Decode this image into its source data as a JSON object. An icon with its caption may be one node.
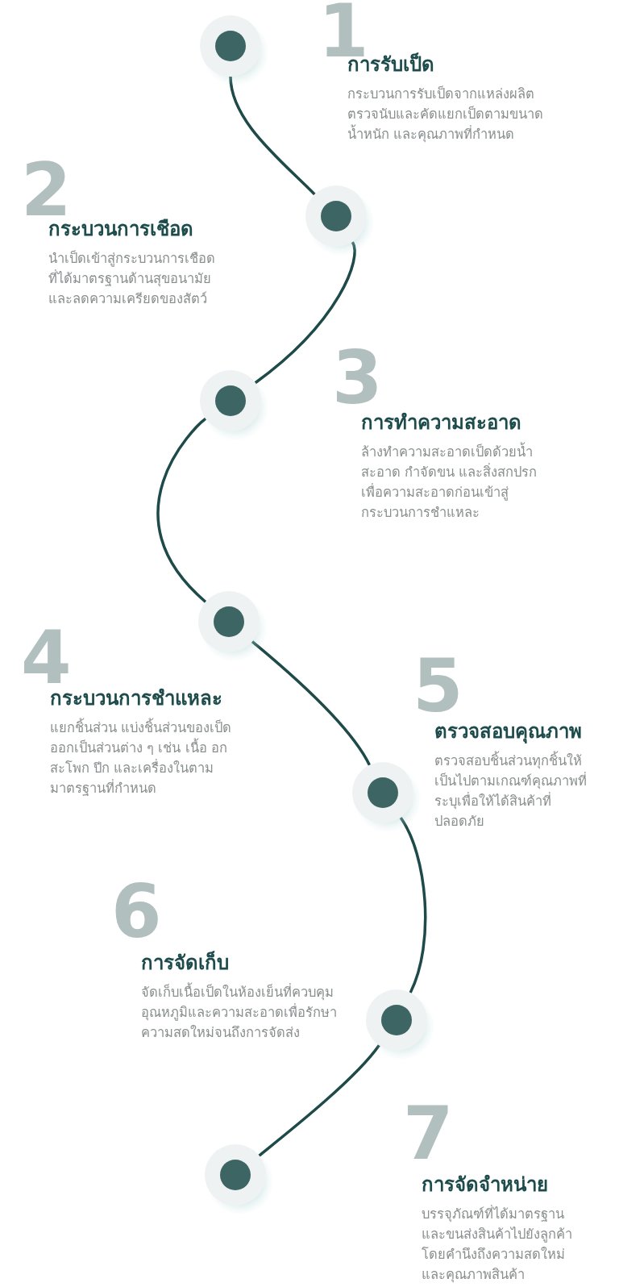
{
  "diagram": {
    "nodes": [
      {
        "text": [],
        "shape": "circle",
        "beside": [
          "1",
          "การรับเป็ด",
          "กระบวนการรับเป็ดจากแหล่งผลิตตรวจนับและคัดแยกเป็ดตามขนาดน้ำหนัก และคุณภาพที่กำหนด"
        ]
      },
      {
        "text": [],
        "shape": "circle",
        "beside": [
          "2",
          "กระบวนการเชือด",
          "นำเป็ดเข้าสู่กระบวนการเชือดที่ได้มาตรฐานด้านสุขอนามัยและลดความเครียดของสัตว์"
        ]
      },
      {
        "text": [],
        "shape": "circle",
        "beside": [
          "3",
          "การทำความสะอาด",
          "ล้างทำความสะอาดเป็ดด้วยน้ำสะอาด กำจัดขน และสิ่งสกปรกเพื่อความสะอาดก่อนเข้าสู่กระบวนการชำแหละ"
        ]
      },
      {
        "text": [],
        "shape": "circle",
        "beside": [
          "4",
          "กระบวนการชำแหละ",
          "แยกชิ้นส่วน แบ่งชิ้นส่วนของเป็ดออกเป็นส่วนต่าง ๆ เช่น เนื้อ อกสะโพก ปีก และเครื่องในตามมาตรฐานที่กำหนด"
        ]
      },
      {
        "text": [],
        "shape": "circle",
        "beside": [
          "5",
          "ตรวจสอบคุณภาพ",
          "ตรวจสอบชิ้นส่วนทุกชิ้นให้เป็นไปตามเกณฑ์คุณภาพที่ระบุเพื่อให้ได้สินค้าที่ปลอดภัย"
        ]
      },
      {
        "text": [],
        "shape": "circle",
        "beside": [
          "6",
          "การจัดเก็บ",
          "จัดเก็บเนื้อเป็ดในห้องเย็นที่ควบคุมอุณหภูมิและความสะอาดเพื่อรักษาความสดใหม่จนถึงการจัดส่ง"
        ]
      },
      {
        "text": [],
        "shape": "circle",
        "beside": [
          "7",
          "การจัดจำหน่าย",
          "บรรจุภัณฑ์ที่ได้มาตรฐานและขนส่งสินค้าไปยังลูกค้าโดยคำนึงถึงความสดใหม่และคุณภาพสินค้า"
        ]
      }
    ],
    "edges": [
      {
        "from": 0,
        "to": 1,
        "arrow": "none"
      },
      {
        "from": 1,
        "to": 2,
        "arrow": "none"
      },
      {
        "from": 2,
        "to": 3,
        "arrow": "none"
      },
      {
        "from": 3,
        "to": 4,
        "arrow": "none"
      },
      {
        "from": 4,
        "to": 5,
        "arrow": "none"
      },
      {
        "from": 5,
        "to": 6,
        "arrow": "none"
      }
    ]
  }
}
